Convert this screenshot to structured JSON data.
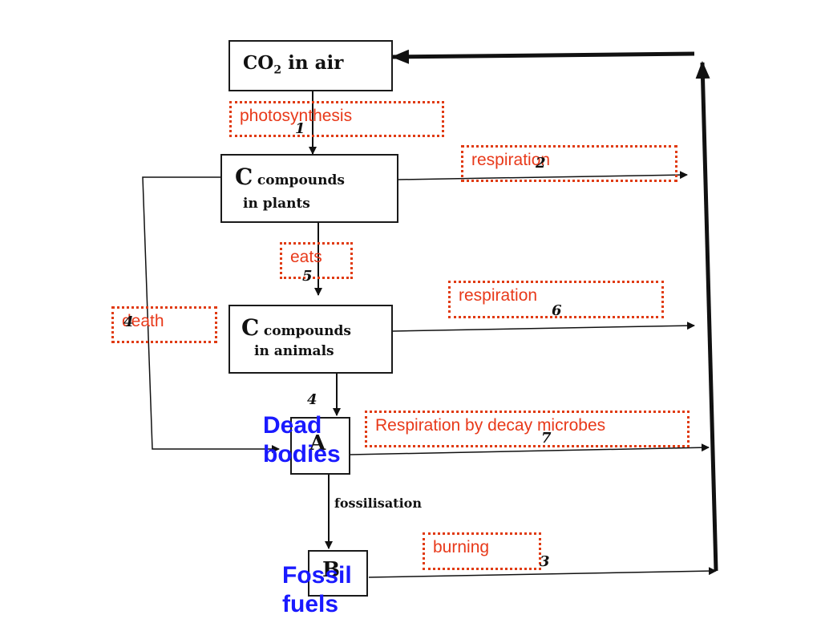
{
  "nodes": {
    "co2": {
      "label_main": "CO",
      "label_sub": "2",
      "label_rest": " in air"
    },
    "plants": {
      "letter": "C",
      "line1": "compounds",
      "line2": "in plants"
    },
    "animals": {
      "letter": "C",
      "line1": "compounds",
      "line2": "in animals"
    },
    "box_a": {
      "letter": "A"
    },
    "box_b": {
      "letter": "B"
    }
  },
  "labels": {
    "photosynthesis": "photosynthesis",
    "respiration_plants": "respiration",
    "eats": "eats",
    "respiration_animals": "respiration",
    "death": "death",
    "decay": "Respiration by decay microbes",
    "burning": "burning",
    "fossilisation": "fossilisation"
  },
  "blue_labels": {
    "dead_bodies_1": "Dead",
    "dead_bodies_2": "bodies",
    "fossil_fuels_1": "Fossil",
    "fossil_fuels_2": "fuels"
  },
  "numbers": {
    "n1": "1",
    "n2": "2",
    "n3": "3",
    "n4": "4",
    "n5": "5",
    "n6": "6",
    "n7": "7",
    "n_death": "4"
  },
  "colors": {
    "red": "#e8391a",
    "blue": "#1a1aff",
    "line": "#111111"
  }
}
